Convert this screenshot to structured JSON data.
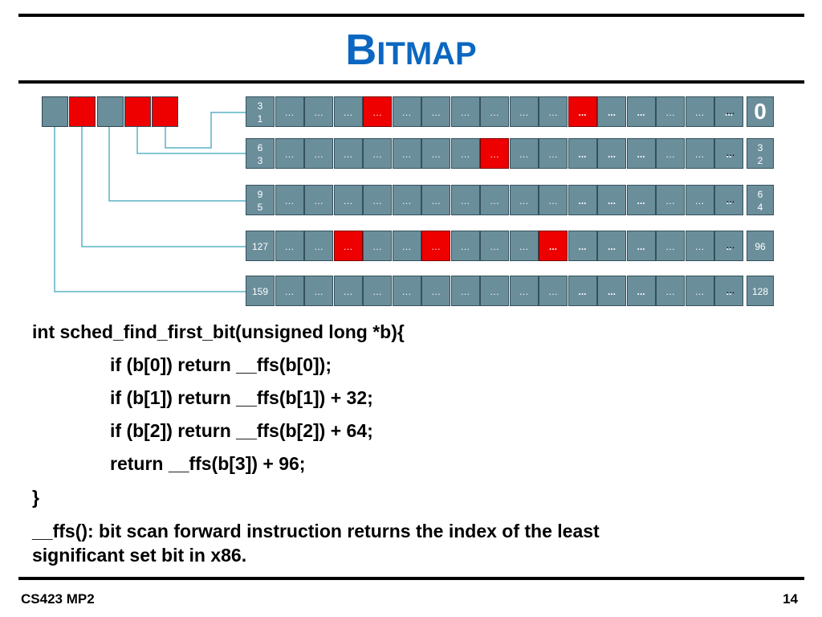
{
  "title_initial": "B",
  "title_rest": "ITMAP",
  "summary_bits": [
    {
      "set": false
    },
    {
      "set": true
    },
    {
      "set": false
    },
    {
      "set": true
    },
    {
      "set": true
    }
  ],
  "rows": [
    {
      "head": [
        "3",
        "1"
      ],
      "cells": [
        "…",
        "…",
        "…",
        "…",
        "…",
        "…",
        "…",
        "…",
        "…",
        "…",
        "...",
        "...",
        "...",
        "…",
        "…",
        "..."
      ],
      "set_cells": [
        3,
        10
      ],
      "dots": "...",
      "index": "0",
      "index_big": true
    },
    {
      "head": [
        "6",
        "3"
      ],
      "cells": [
        "…",
        "…",
        "…",
        "…",
        "…",
        "…",
        "…",
        "…",
        "…",
        "…",
        "...",
        "...",
        "...",
        "…",
        "…",
        ".."
      ],
      "set_cells": [
        7
      ],
      "dots": "...",
      "index": [
        "3",
        "2"
      ]
    },
    {
      "head": [
        "9",
        "5"
      ],
      "cells": [
        "…",
        "…",
        "…",
        "…",
        "…",
        "…",
        "…",
        "…",
        "…",
        "…",
        "...",
        "...",
        "...",
        "…",
        "…",
        ".."
      ],
      "set_cells": [],
      "dots": "...",
      "index": [
        "6",
        "4"
      ]
    },
    {
      "head": [
        "127"
      ],
      "cells": [
        "…",
        "…",
        "…",
        "…",
        "…",
        "…",
        "…",
        "…",
        "…",
        "...",
        "...",
        "...",
        "...",
        "…",
        "…",
        ".."
      ],
      "set_cells": [
        2,
        5,
        9
      ],
      "dots": "...",
      "index": "96"
    },
    {
      "head": [
        "159"
      ],
      "cells": [
        "…",
        "…",
        "…",
        "…",
        "…",
        "…",
        "…",
        "…",
        "…",
        "…",
        "...",
        "...",
        "...",
        "…",
        "…",
        ".."
      ],
      "set_cells": [],
      "dots": "...",
      "index": "128"
    }
  ],
  "code": {
    "line1": "int sched_find_first_bit(unsigned long *b){",
    "line2": "if (b[0]) return __ffs(b[0]);",
    "line3": "if (b[1]) return __ffs(b[1]) + 32;",
    "line4": "if (b[2]) return __ffs(b[2]) + 64;",
    "line5": "return __ffs(b[3]) + 96;",
    "line6": "}",
    "note1": "__ffs(): bit scan forward instruction returns the index of the least",
    "note2": "significant set bit in x86."
  },
  "footer": {
    "left": "CS423 MP2",
    "right": "14"
  },
  "colors": {
    "title": "#0b67c1",
    "bit_clear": "#6b8e9b",
    "bit_set": "#ee0000",
    "connector": "#5ab4c4"
  }
}
